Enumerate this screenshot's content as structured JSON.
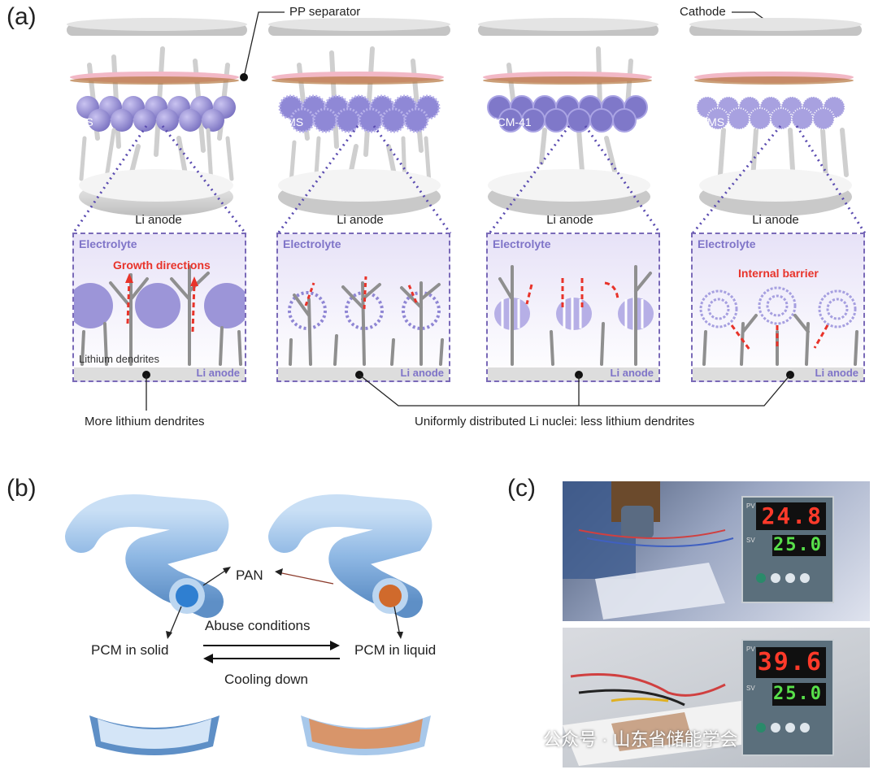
{
  "panels": {
    "a": "(a)",
    "b": "(b)",
    "c": "(c)"
  },
  "panel_a": {
    "callouts": {
      "separator": "PP separator",
      "cathode": "Cathode"
    },
    "materials": [
      "SS",
      "HMS",
      "MCM-41",
      "DMS"
    ],
    "anode_label": "Li anode",
    "zoom": {
      "electrolyte": "Electrolyte",
      "li_anode": "Li anode",
      "growth_directions": "Growth directions",
      "lithium_dendrites": "Lithium dendrites",
      "internal_barrier": "Internal barrier"
    },
    "captions": {
      "left": "More lithium  dendrites",
      "right": "Uniformly distributed Li nuclei: less lithium dendrites"
    }
  },
  "panel_b": {
    "pan": "PAN",
    "solid": "PCM in solid",
    "liquid": "PCM in liquid",
    "abuse": "Abuse conditions",
    "cooling": "Cooling down"
  },
  "panel_c": {
    "top": {
      "pv": "24.8",
      "sv": "25.0"
    },
    "bottom": {
      "pv": "39.6",
      "sv": "25.0"
    },
    "pv_label": "PV",
    "sv_label": "SV"
  },
  "watermark": "公众号 · 山东省储能学会",
  "colors": {
    "sphere": "#9c95d8",
    "separator": "#f2b8c6",
    "dendrite": "#bdbdbd",
    "dashed": "#7a6ab8",
    "arrow": "#e8332a",
    "pcm_solid": "#2f7fd1",
    "pcm_liquid": "#d06a2c",
    "lcd_red": "#ff3a2a",
    "lcd_green": "#58e04a"
  }
}
